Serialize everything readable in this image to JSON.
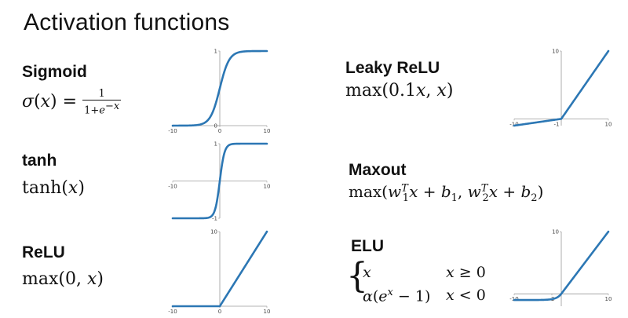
{
  "title": "Activation functions",
  "functions": {
    "sigmoid": {
      "name": "Sigmoid"
    },
    "tanh": {
      "name": "tanh"
    },
    "relu": {
      "name": "ReLU"
    },
    "leaky": {
      "name": "Leaky ReLU"
    },
    "maxout": {
      "name": "Maxout"
    },
    "elu": {
      "name": "ELU"
    }
  },
  "plot_color": "#2c77b4",
  "axis_color": "#9a9a9a",
  "chart_data": [
    {
      "type": "line",
      "function": "sigmoid",
      "xlim": [
        -10,
        10
      ],
      "ylim": [
        0,
        1
      ],
      "x_ticks": [
        "-10",
        "0",
        "10"
      ],
      "y_ticks": [
        "0",
        "1"
      ]
    },
    {
      "type": "line",
      "function": "tanh",
      "xlim": [
        -10,
        10
      ],
      "ylim": [
        -1,
        1
      ],
      "x_ticks": [
        "-10",
        "10"
      ],
      "y_ticks": [
        "1",
        "-1"
      ]
    },
    {
      "type": "line",
      "function": "relu",
      "xlim": [
        -10,
        10
      ],
      "ylim": [
        0,
        10
      ],
      "x_ticks": [
        "-10",
        "0",
        "10"
      ],
      "y_ticks": [
        "10"
      ]
    },
    {
      "type": "line",
      "function": "leaky_relu",
      "xlim": [
        -10,
        10
      ],
      "ylim": [
        -1,
        10
      ],
      "x_ticks": [
        "-10",
        "-1",
        "10"
      ],
      "y_ticks": [
        "10"
      ]
    },
    {
      "type": "line",
      "function": "elu",
      "xlim": [
        -10,
        10
      ],
      "ylim": [
        -2,
        10
      ],
      "x_ticks": [
        "-10",
        "-2",
        "10"
      ],
      "y_ticks": [
        "10"
      ]
    }
  ]
}
